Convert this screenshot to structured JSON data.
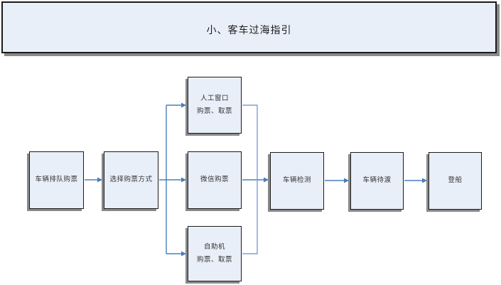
{
  "title_banner": {
    "text": "小、客车过海指引"
  },
  "flowchart": {
    "steps": {
      "queue": "车辆排队购票",
      "choose": "选择购票方式",
      "manual_window_line1": "人工窗口",
      "manual_window_line2": "购票、取票",
      "wechat": "微信购票",
      "kiosk_line1": "自助机",
      "kiosk_line2": "购票、取票",
      "inspection": "车辆检测",
      "waiting": "车辆待渡",
      "boarding": "登船"
    }
  },
  "colors": {
    "node_fill": "#e9eff8",
    "node_border": "#1a1a1a",
    "shadow": "#8a8a8a",
    "connector": "#4a7ebb",
    "connector_light": "#7e9fd4",
    "background": "#ffffff"
  }
}
